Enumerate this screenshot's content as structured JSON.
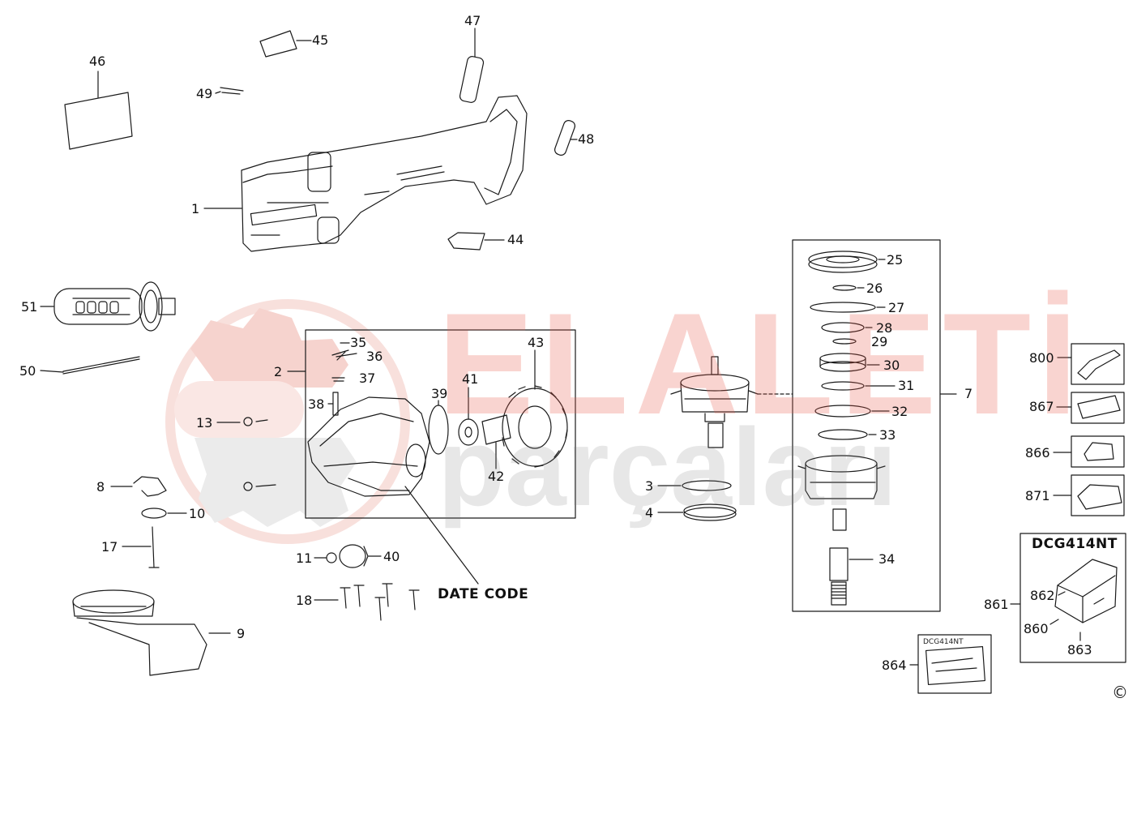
{
  "watermark": {
    "brand_top": "ELALETİ",
    "brand_bottom": "parçaları",
    "colors": {
      "red": "#E85A4B",
      "gray": "#9a9a9a"
    }
  },
  "parts": [
    {
      "id": "p1",
      "number": "1"
    },
    {
      "id": "p2",
      "number": "2"
    },
    {
      "id": "p3",
      "number": "3"
    },
    {
      "id": "p4",
      "number": "4"
    },
    {
      "id": "p7",
      "number": "7"
    },
    {
      "id": "p8",
      "number": "8"
    },
    {
      "id": "p9",
      "number": "9"
    },
    {
      "id": "p10",
      "number": "10"
    },
    {
      "id": "p11",
      "number": "11"
    },
    {
      "id": "p13",
      "number": "13"
    },
    {
      "id": "p17",
      "number": "17"
    },
    {
      "id": "p18",
      "number": "18"
    },
    {
      "id": "p25",
      "number": "25"
    },
    {
      "id": "p26",
      "number": "26"
    },
    {
      "id": "p27",
      "number": "27"
    },
    {
      "id": "p28",
      "number": "28"
    },
    {
      "id": "p29",
      "number": "29"
    },
    {
      "id": "p30",
      "number": "30"
    },
    {
      "id": "p31",
      "number": "31"
    },
    {
      "id": "p32",
      "number": "32"
    },
    {
      "id": "p33",
      "number": "33"
    },
    {
      "id": "p34",
      "number": "34"
    },
    {
      "id": "p35",
      "number": "35"
    },
    {
      "id": "p36",
      "number": "36"
    },
    {
      "id": "p37",
      "number": "37"
    },
    {
      "id": "p38",
      "number": "38"
    },
    {
      "id": "p39",
      "number": "39"
    },
    {
      "id": "p40",
      "number": "40"
    },
    {
      "id": "p41",
      "number": "41"
    },
    {
      "id": "p42",
      "number": "42"
    },
    {
      "id": "p43",
      "number": "43"
    },
    {
      "id": "p44",
      "number": "44"
    },
    {
      "id": "p45",
      "number": "45"
    },
    {
      "id": "p46",
      "number": "46"
    },
    {
      "id": "p47",
      "number": "47"
    },
    {
      "id": "p48",
      "number": "48"
    },
    {
      "id": "p49",
      "number": "49"
    },
    {
      "id": "p50",
      "number": "50"
    },
    {
      "id": "p51",
      "number": "51"
    },
    {
      "id": "p800",
      "number": "800"
    },
    {
      "id": "p860",
      "number": "860"
    },
    {
      "id": "p861",
      "number": "861"
    },
    {
      "id": "p862",
      "number": "862"
    },
    {
      "id": "p863",
      "number": "863"
    },
    {
      "id": "p864",
      "number": "864"
    },
    {
      "id": "p866",
      "number": "866"
    },
    {
      "id": "p867",
      "number": "867"
    },
    {
      "id": "p871",
      "number": "871"
    }
  ],
  "annotations": {
    "date_code": "DATE CODE",
    "kit_title": "DCG414NT",
    "label_sticker_text": "DCG414NT",
    "copyright": "©"
  }
}
